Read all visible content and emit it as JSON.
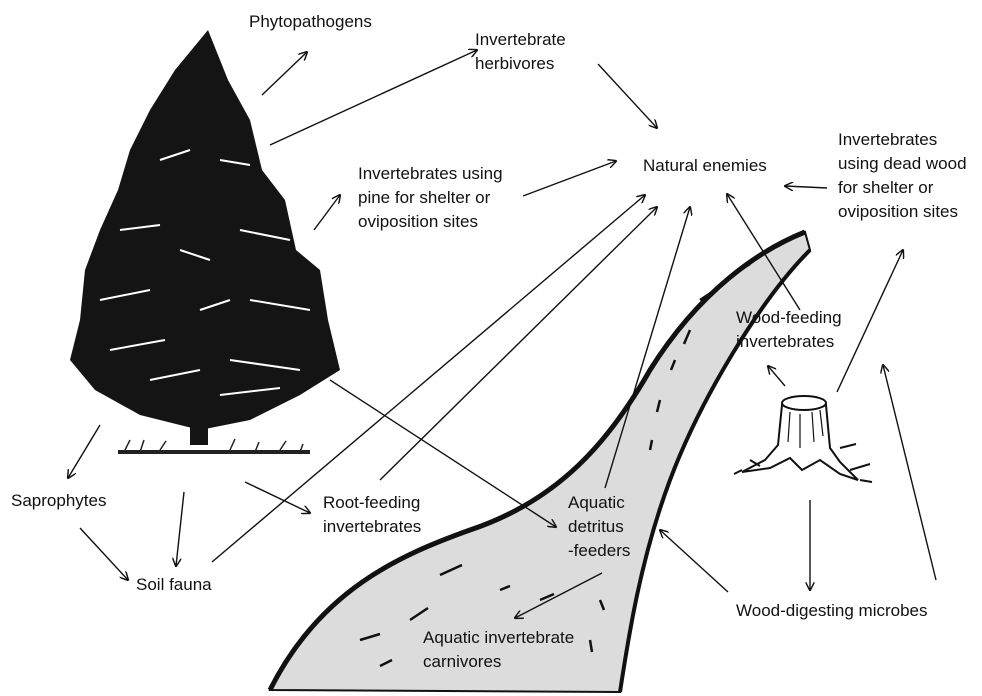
{
  "labels": {
    "phytopathogens": "Phytopathogens",
    "invertebrate_herbivores": "Invertebrate\nherbivores",
    "invertebrates_pine_shelter": "Invertebrates using\npine for shelter or\noviposition sites",
    "natural_enemies": "Natural enemies",
    "invertebrates_dead_wood": "Invertebrates\nusing dead wood\nfor shelter or\noviposition sites",
    "wood_feeding_invertebrates": "Wood-feeding\ninvertebrates",
    "saprophytes": "Saprophytes",
    "root_feeding_invertebrates": "Root-feeding\ninvertebrates",
    "aquatic_detritus_feeders": "Aquatic\ndetritus\n-feeders",
    "soil_fauna": "Soil fauna",
    "wood_digesting_microbes": "Wood-digesting microbes",
    "aquatic_invertebrate_carnivores": "Aquatic invertebrate\ncarnivores"
  },
  "colors": {
    "text": "#111111",
    "arrow": "#111111",
    "tree": "#141414",
    "stream_fill": "#dcdcdc",
    "stream_edge": "#111111"
  },
  "icons": [
    "pine-tree-illustration",
    "stream-illustration",
    "tree-stump-illustration"
  ]
}
